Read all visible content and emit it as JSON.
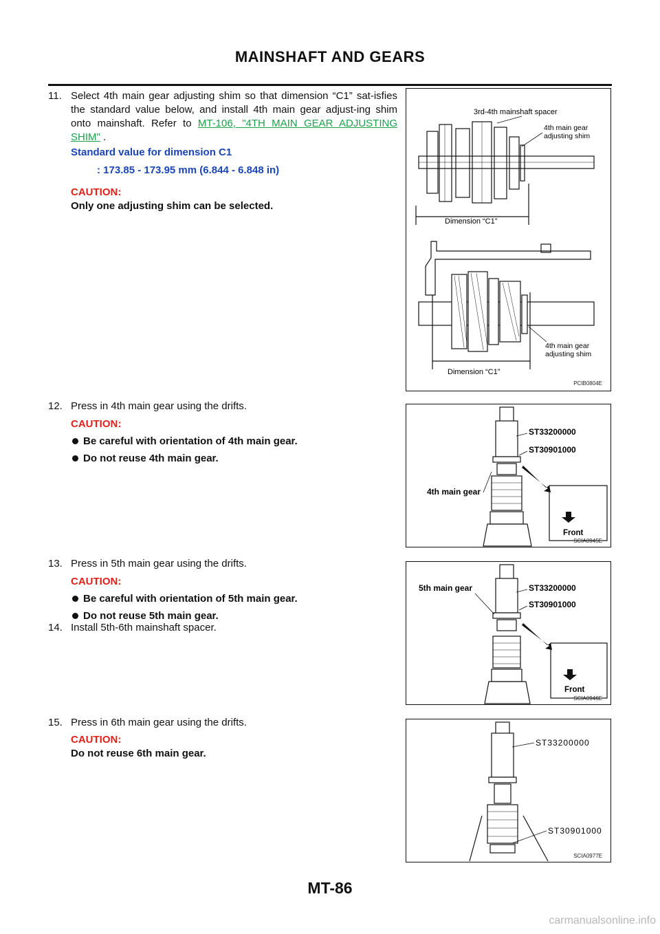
{
  "header": {
    "title": "MAINSHAFT AND GEARS"
  },
  "footer": {
    "page_number": "MT-86"
  },
  "watermark": {
    "text": "carmanualsonline.info"
  },
  "steps": [
    {
      "number": "11.",
      "text_before_link": "Select 4th main gear adjusting shim so that dimension “C1” sat-isfies the standard value below, and install 4th main gear adjust-ing shim onto mainshaft. Refer to ",
      "link_text": "MT-106, \"4TH MAIN GEAR ADJUSTING SHIM\"",
      "text_after_link": " .",
      "standard_label": "Standard value for dimension C1",
      "standard_value": ": 173.85 - 173.95 mm (6.844 - 6.848 in)",
      "caution_title": "CAUTION:",
      "caution_text": "Only one adjusting shim can be selected."
    },
    {
      "number": "12.",
      "text": "Press in 4th main gear using the drifts.",
      "caution_title": "CAUTION:",
      "bullets": [
        "Be careful with orientation of 4th main gear.",
        "Do not reuse 4th main gear."
      ]
    },
    {
      "number": "13.",
      "text": "Press in 5th main gear using the drifts.",
      "caution_title": "CAUTION:",
      "bullets": [
        "Be careful with orientation of 5th main gear.",
        "Do not reuse 5th main gear."
      ]
    },
    {
      "number": "14.",
      "text": "Install 5th-6th mainshaft spacer."
    },
    {
      "number": "15.",
      "text": "Press in 6th main gear using the drifts.",
      "caution_title": "CAUTION:",
      "caution_text": "Do not reuse 6th main gear."
    }
  ],
  "figures": [
    {
      "code": "PCIB0804E",
      "labels": {
        "spacer": "3rd-4th mainshaft spacer",
        "shim_top": "4th main gear adjusting shim",
        "dimension_top": "Dimension “C1”",
        "shim_bottom": "4th main gear adjusting shim",
        "dimension_bottom": "Dimension “C1”"
      }
    },
    {
      "code": "SCIA0945E",
      "labels": {
        "tool1": "ST33200000",
        "tool2": "ST30901000",
        "gear": "4th main gear",
        "front": "Front"
      }
    },
    {
      "code": "SCIA0946E",
      "labels": {
        "tool1": "ST33200000",
        "tool2": "ST30901000",
        "gear": "5th main gear",
        "front": "Front"
      }
    },
    {
      "code": "SCIA0977E",
      "labels": {
        "tool1": "ST33200000",
        "tool2": "ST30901000"
      }
    }
  ]
}
